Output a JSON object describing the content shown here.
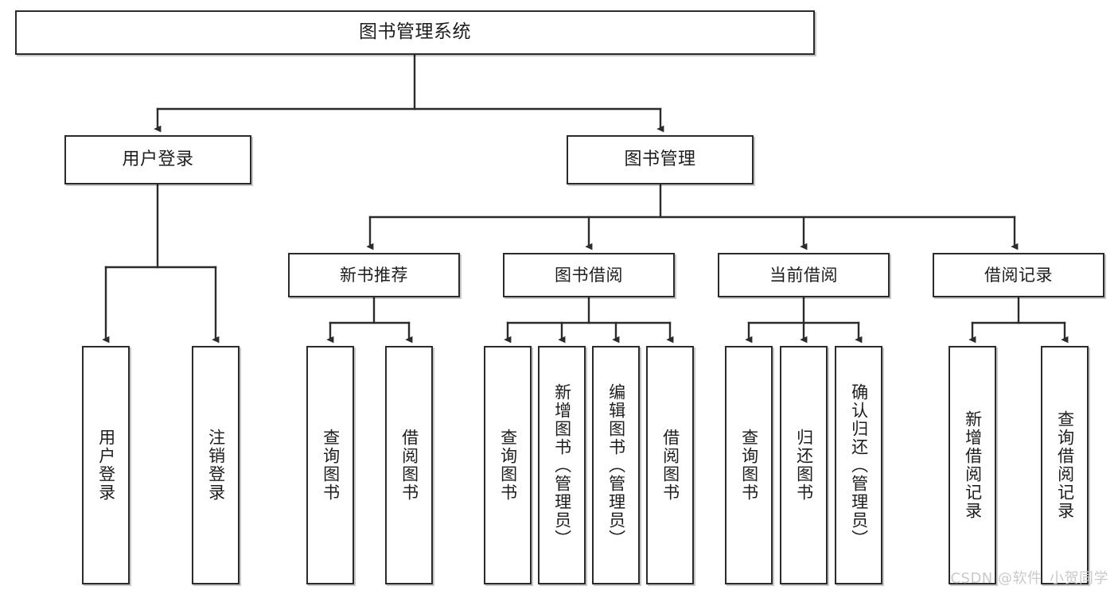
{
  "diagram": {
    "title": "图书管理系统",
    "watermark": "CSDN @软件_小贺同学",
    "line_color": "#2b2b2b",
    "background_color": "#ffffff",
    "text_color": "#1d1d1d",
    "watermark_color": "#c9c9c9",
    "root": {
      "label": "图书管理系统"
    },
    "branches": [
      {
        "label": "用户登录"
      },
      {
        "label": "图书管理"
      }
    ],
    "groups": [
      {
        "label": "新书推荐"
      },
      {
        "label": "图书借阅"
      },
      {
        "label": "当前借阅"
      },
      {
        "label": "借阅记录"
      }
    ],
    "leaves": {
      "user_login": [
        {
          "label": "用户登录"
        },
        {
          "label": "注销登录"
        }
      ],
      "new_book_recommend": [
        {
          "label": "查询图书"
        },
        {
          "label": "借阅图书"
        }
      ],
      "book_borrow": [
        {
          "label": "查询图书"
        },
        {
          "label": "新增图书（管理员）"
        },
        {
          "label": "编辑图书（管理员）"
        },
        {
          "label": "借阅图书"
        }
      ],
      "current_borrow": [
        {
          "label": "查询图书"
        },
        {
          "label": "归还图书"
        },
        {
          "label": "确认归还（管理员）"
        }
      ],
      "borrow_record": [
        {
          "label": "新增借阅记录"
        },
        {
          "label": "查询借阅记录"
        }
      ]
    }
  }
}
